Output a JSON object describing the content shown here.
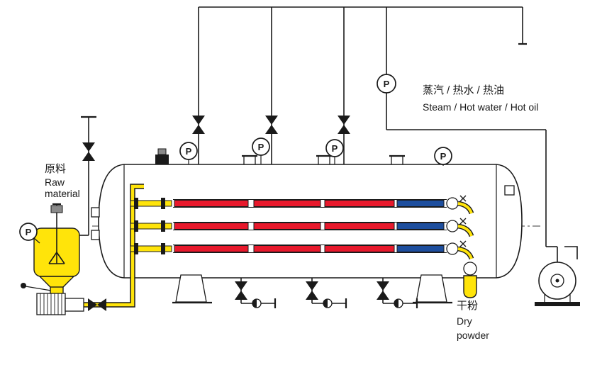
{
  "labels": {
    "feed_zh": "原料",
    "feed_en_line1": "Raw",
    "feed_en_line2": "material",
    "heating_medium_zh": "蒸汽 / 热水 / 热油",
    "heating_medium_en": "Steam / Hot water / Hot oil",
    "product_zh": "干粉",
    "product_en_line1": "Dry",
    "product_en_line2": "powder",
    "pressure_gauge": "P"
  },
  "colors": {
    "pipe_yellow": "#ffe40a",
    "hot_tube_red": "#e8192c",
    "cool_tube_blue": "#1d4e9e",
    "line_black": "#1a1a1a",
    "background": "#ffffff"
  }
}
